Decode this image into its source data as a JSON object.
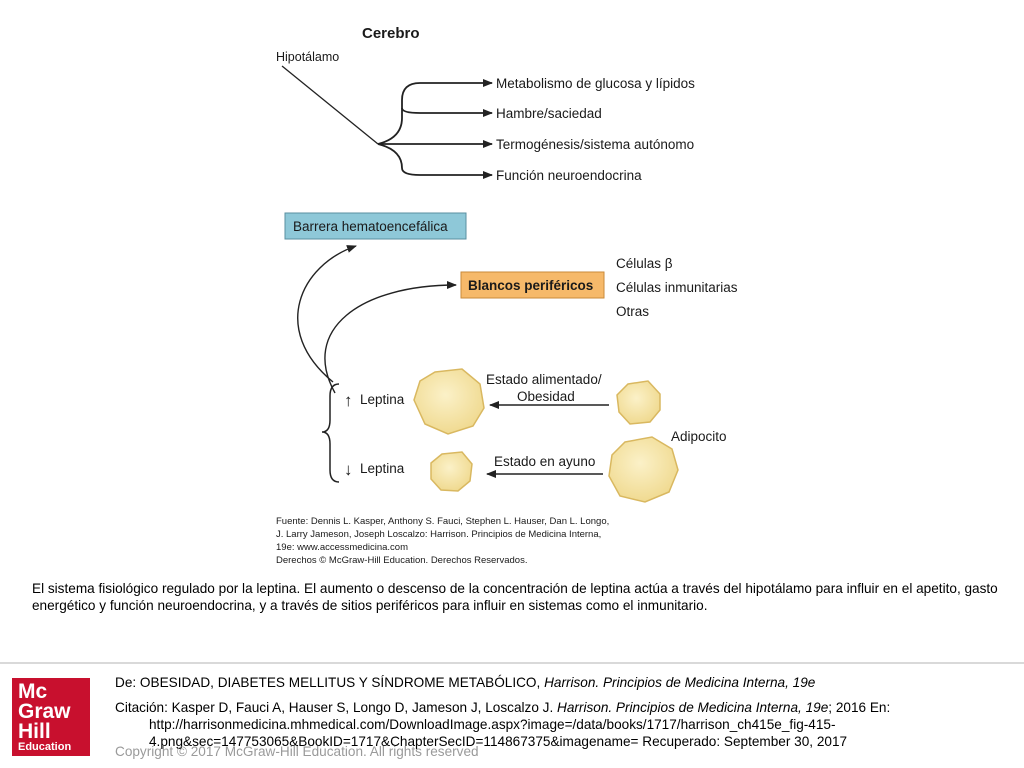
{
  "figure": {
    "brain_title": "Cerebro",
    "hypothalamus_label": "Hipotálamo",
    "hypothalamus_outputs": [
      "Metabolismo de glucosa y lípidos",
      "Hambre/saciedad",
      "Termogénesis/sistema autónomo",
      "Función neuroendocrina"
    ],
    "bbb_label": "Barrera hematoencefálica",
    "peripheral_targets_label": "Blancos periféricos",
    "peripheral_targets": [
      "Células β",
      "Células inmunitarias",
      "Otras"
    ],
    "leptin_up_arrow": "↑",
    "leptin_down_arrow": "↓",
    "leptin_up": "Leptina",
    "leptin_down": "Leptina",
    "fed_state_line1": "Estado alimentado/",
    "fed_state_line2": "Obesidad",
    "fasting_state": "Estado en ayuno",
    "adipocyte_label": "Adipocito",
    "source_lines": [
      "Fuente: Dennis L. Kasper, Anthony S. Fauci, Stephen L. Hauser, Dan L. Longo,",
      "J. Larry Jameson, Joseph Loscalzo: Harrison. Principios de Medicina Interna,",
      "19e: www.accessmedicina.com",
      "Derechos © McGraw-Hill Education. Derechos Reservados."
    ],
    "colors": {
      "bbb_fill": "#8ec8d8",
      "targets_fill": "#f6b96a",
      "cell_fill": "#f4e3a4",
      "cell_stroke": "#d9b860"
    }
  },
  "caption": "El sistema fisiológico regulado por la leptina. El aumento o descenso de la concentración de leptina actúa a través del hipotálamo para influir en el apetito, gasto energético y función neuroendocrina, y a través de sitios periféricos para influir en sistemas como el inmunitario.",
  "logo": {
    "lines": [
      "Mc",
      "Graw",
      "Hill",
      "Education"
    ],
    "color": "#c8102e"
  },
  "citation": {
    "from_prefix": "De: OBESIDAD, DIABETES MELLITUS Y SÍNDROME METABÓLICO, ",
    "from_book": "Harrison. Principios de Medicina Interna, 19e",
    "cite_prefix": "Citación: Kasper D, Fauci A, Hauser S, Longo D, Jameson J, Loscalzo J. ",
    "cite_book": "Harrison. Principios de Medicina Interna, 19e",
    "cite_suffix": "; 2016 En:",
    "url_line1": "http://harrisonmedicina.mhmedical.com/DownloadImage.aspx?image=/data/books/1717/harrison_ch415e_fig-415-",
    "url_line2": "4.png&sec=147753065&BookID=1717&ChapterSecID=114867375&imagename= Recuperado: September 30, 2017"
  },
  "copyright": "Copyright © 2017 McGraw-Hill Education. All rights reserved"
}
